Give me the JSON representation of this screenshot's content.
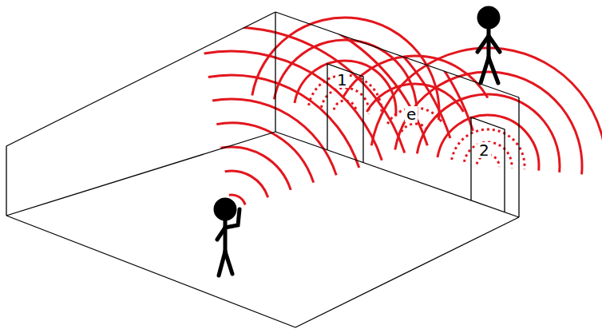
{
  "diagram": {
    "labels": [
      "1",
      "e",
      "2"
    ]
  }
}
